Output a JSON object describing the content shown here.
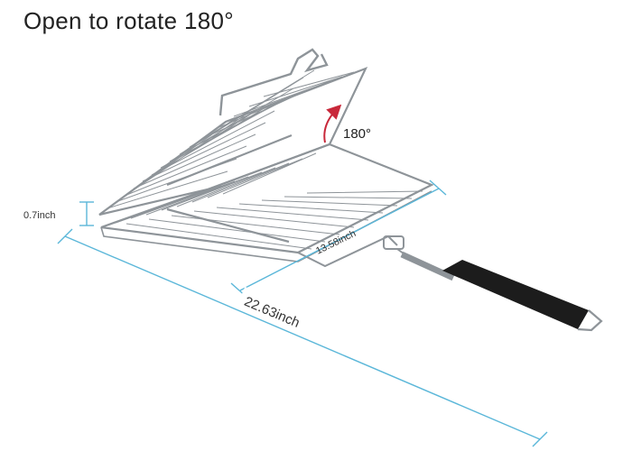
{
  "title": "Open to rotate 180°",
  "labels": {
    "rotation": "180°",
    "thickness": "0.7inch",
    "width": "13.58inch",
    "length": "22.63inch"
  },
  "colors": {
    "dimension_line": "#5bb7d9",
    "rotation_arrow": "#c8283a",
    "wire": "#8e9499",
    "handle": "#1c1c1c"
  }
}
